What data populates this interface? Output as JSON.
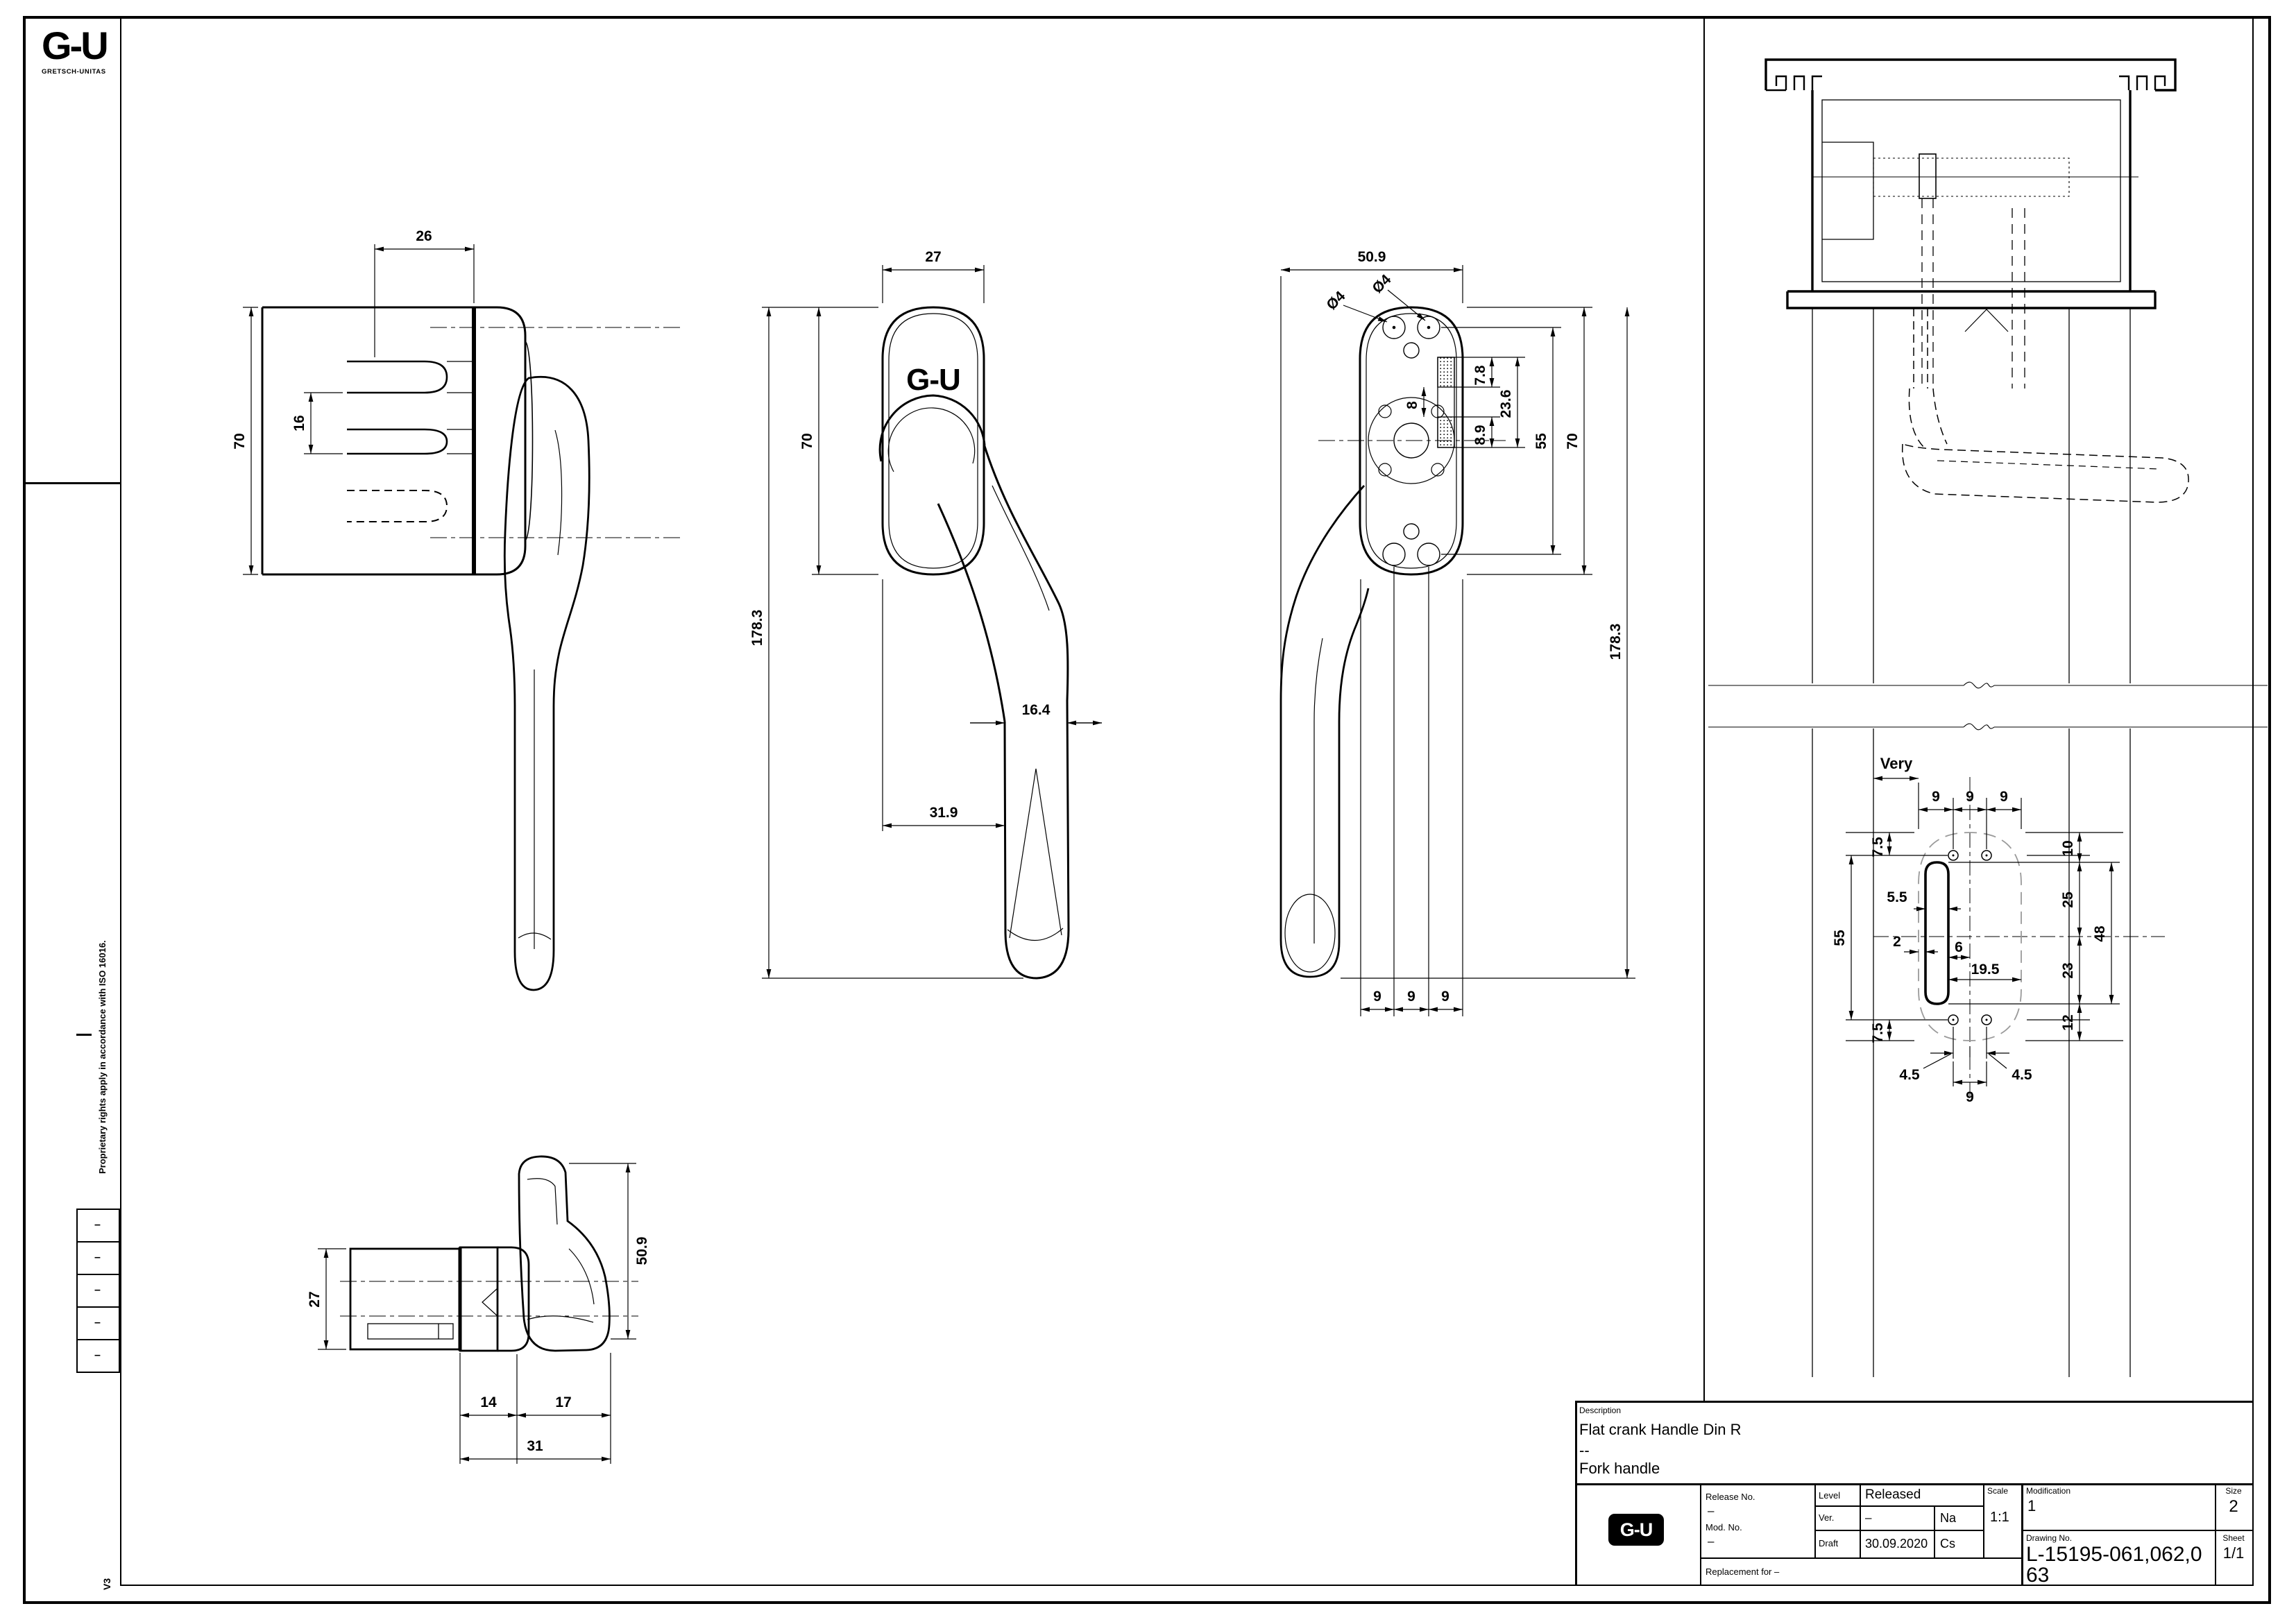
{
  "sheet": {
    "logo": {
      "title": "G-U",
      "subtitle": "GRETSCH-UNITAS"
    },
    "margin": {
      "note": "Proprietary rights apply in accordance with ISO 16016.",
      "version": "V3",
      "revision_marks": [
        "–",
        "–",
        "–",
        "–",
        "–"
      ]
    }
  },
  "views": {
    "side": {
      "dim_depth": "26",
      "dim_height": "70",
      "dim_fork": "16"
    },
    "front": {
      "logo": "G-U",
      "dim_width": "27",
      "dim_rosette": "70",
      "dim_total": "178.3",
      "dim_grip": "16.4",
      "dim_offset": "31.9"
    },
    "rear": {
      "dim_overall": "50.9",
      "dim_hole_left": "Ø4",
      "dim_hole_right": "Ø4",
      "dim_a": "7.8",
      "dim_b": "8",
      "dim_c": "8.9",
      "dim_d": "23.6",
      "dim_e": "55",
      "dim_f": "70",
      "dim_total": "178.3",
      "dim_s1": "9",
      "dim_s2": "9",
      "dim_s3": "9"
    },
    "top": {
      "dim_height": "27",
      "dim_depth": "50.9",
      "dim_a": "14",
      "dim_b": "17",
      "dim_c": "31"
    },
    "install": {
      "label": "Very",
      "dim_t1": "9",
      "dim_t2": "9",
      "dim_t3": "9",
      "dim_l1": "7.5",
      "dim_l2": "5.5",
      "dim_l3": "55",
      "dim_l4": "2",
      "dim_l5": "6",
      "dim_l6": "19.5",
      "dim_l7": "7.5",
      "dim_b1": "4.5",
      "dim_b2": "4.5",
      "dim_b3": "9",
      "dim_r1": "10",
      "dim_r2": "25",
      "dim_r3": "48",
      "dim_r4": "23",
      "dim_r5": "12"
    }
  },
  "title_block": {
    "description_label": "Description",
    "description_line1": "Flat crank Handle Din R",
    "description_line2": "--",
    "description_line3": "Fork handle",
    "logo": "G-U",
    "release_no_label": "Release No.",
    "release_no": "–",
    "mod_no_label": "Mod. No.",
    "mod_no": "–",
    "level_label": "Level",
    "level_value": "Released",
    "ver_label": "Ver.",
    "ver_value": "–",
    "ver_initials": "Na",
    "draft_label": "Draft",
    "draft_date": "30.09.2020",
    "draft_initials": "Cs",
    "scale_label": "Scale",
    "scale_value": "1:1",
    "modification_label": "Modification",
    "modification_value": "1",
    "size_label": "Size",
    "size_value": "2",
    "drawing_no_label": "Drawing No.",
    "drawing_no": "L-15195-061,062,063",
    "sheet_label": "Sheet",
    "sheet_value": "1/1",
    "replacement_label": "Replacement for –"
  }
}
